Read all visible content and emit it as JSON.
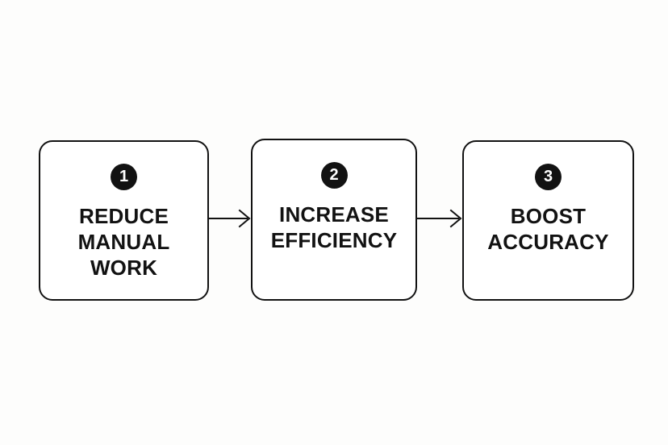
{
  "diagram": {
    "type": "horizontal-process-flow",
    "background_color": "#FDFDFC",
    "box_fill_color": "#FFFFFF",
    "line_color": "#121212",
    "text_color": "#121212",
    "badge_fill_color": "#121212",
    "badge_text_color": "#FFFFFF",
    "steps": [
      {
        "number": "1",
        "label": "REDUCE MANUAL WORK",
        "lines": [
          "REDUCE",
          "MANUAL",
          "WORK"
        ]
      },
      {
        "number": "2",
        "label": "INCREASE EFFICIENCY",
        "lines": [
          "INCREASE",
          "EFFICIENCY"
        ]
      },
      {
        "number": "3",
        "label": "BOOST ACCURACY",
        "lines": [
          "BOOST",
          "ACCURACY"
        ]
      }
    ],
    "connectors": [
      {
        "icon": "arrow-right-icon",
        "from": "1",
        "to": "2"
      },
      {
        "icon": "arrow-right-icon",
        "from": "2",
        "to": "3"
      }
    ]
  }
}
